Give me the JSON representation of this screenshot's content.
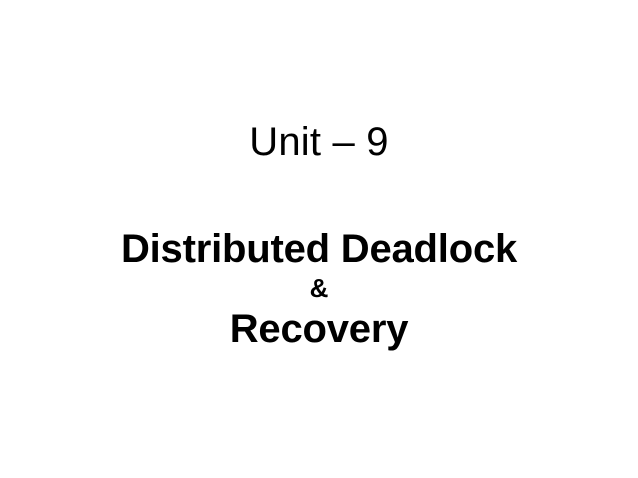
{
  "slide": {
    "background_color": "#ffffff",
    "text_color": "#000000",
    "title": "Unit – 9",
    "subtitle": {
      "line1": "Distributed Deadlock",
      "line2": "&",
      "line3": "Recovery"
    }
  }
}
